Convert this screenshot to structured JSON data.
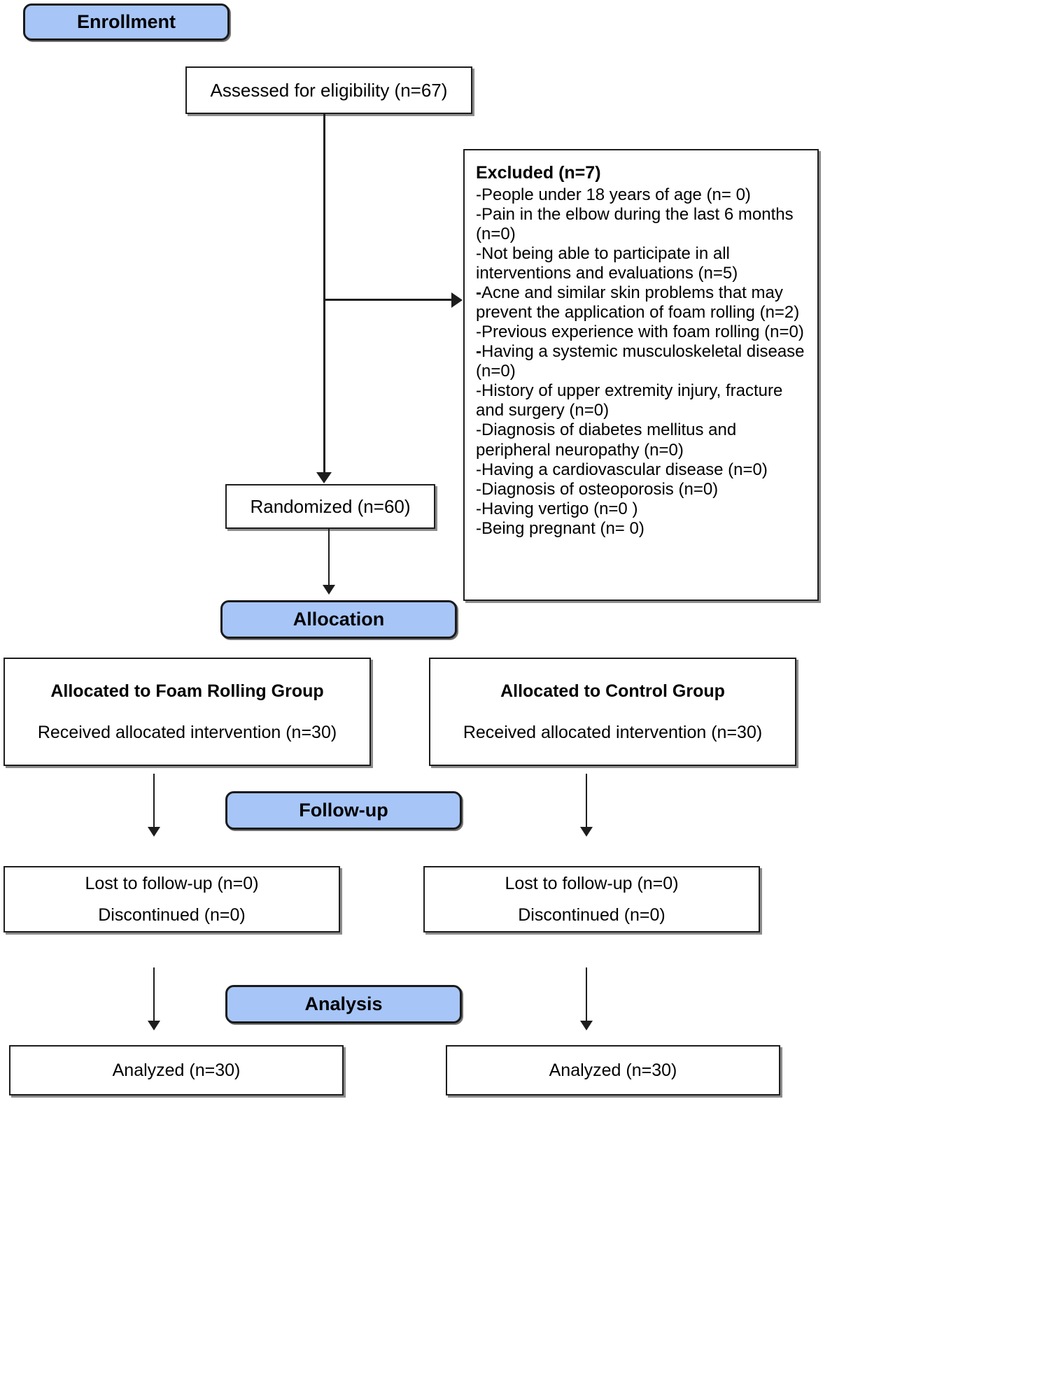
{
  "diagram": {
    "type": "consort-flow-diagram",
    "bands": [
      {
        "id": "enrollment",
        "label": "Enrollment"
      },
      {
        "id": "allocation",
        "label": "Allocation"
      },
      {
        "id": "followup",
        "label": "Follow-up"
      },
      {
        "id": "analysis",
        "label": "Analysis"
      }
    ],
    "nodes": {
      "assessed": {
        "label": "Assessed for eligibility (n=67)"
      },
      "randomized": {
        "label": "Randomized (n=60)"
      },
      "allocated_left": {
        "title": "Allocated to Foam Rolling Group",
        "detail": "Received allocated intervention (n=30)"
      },
      "allocated_right": {
        "title": "Allocated to Control Group",
        "detail": "Received allocated intervention (n=30)"
      },
      "followup_left": {
        "line1": "Lost to follow-up (n=0)",
        "line2": "Discontinued (n=0)"
      },
      "followup_right": {
        "line1": "Lost to follow-up (n=0)",
        "line2": "Discontinued (n=0)"
      },
      "analyzed_left": {
        "label": "Analyzed  (n=30)"
      },
      "analyzed_right": {
        "label": "Analyzed  (n=30)"
      }
    },
    "excluded": {
      "title": "Excluded  (n=7)",
      "items": [
        "-People under 18 years of age (n= 0)",
        "-Pain in the elbow during the last 6 months (n=0)",
        "-Not being able to participate in all interventions and evaluations (n=5)",
        "-Acne and similar skin problems that may prevent the application of foam rolling (n=2)",
        "-Previous experience with foam rolling (n=0)",
        "-Having a systemic musculoskeletal disease (n=0)",
        "-History of upper extremity injury, fracture and surgery (n=0)",
        "-Diagnosis of diabetes mellitus and peripheral neuropathy (n=0)",
        "-Having a cardiovascular disease (n=0)",
        "-Diagnosis of osteoporosis (n=0)",
        "-Having vertigo (n=0 )",
        "-Being pregnant (n= 0)"
      ]
    },
    "colors": {
      "band_fill": "#a7c5f7",
      "border": "#1d1d1d",
      "background": "#ffffff"
    }
  }
}
